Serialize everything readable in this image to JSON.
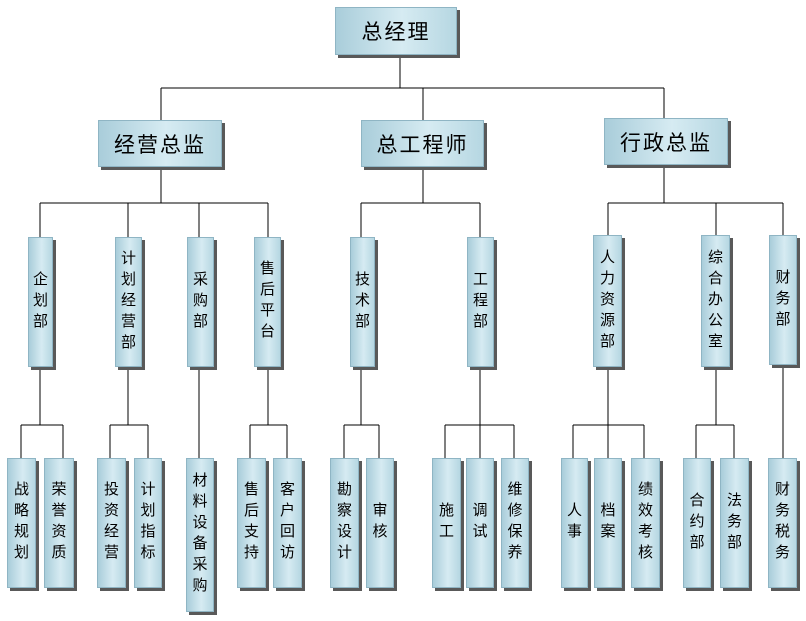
{
  "root": "总经理",
  "directors": {
    "business": "经营总监",
    "engineering": "总工程师",
    "admin": "行政总监"
  },
  "departments": {
    "planning": "企划部",
    "plan_ops": "计划经营部",
    "procurement": "采购部",
    "after_sales": "售后平台",
    "technology": "技术部",
    "engineering": "工程部",
    "hr": "人力资源部",
    "general_office": "综合办公室",
    "finance": "财务部"
  },
  "units": {
    "strategy": "战略规划",
    "honor": "荣誉资质",
    "investment": "投资经营",
    "plan_index": "计划指标",
    "material": "材料设备采购",
    "support": "售后支持",
    "revisit": "客户回访",
    "survey": "勘察设计",
    "review": "审核",
    "construction": "施工",
    "debug": "调试",
    "maintenance": "维修保养",
    "personnel": "人事",
    "archive": "档案",
    "performance": "绩效考核",
    "contract": "合约部",
    "legal": "法务部",
    "tax": "财务税务"
  }
}
